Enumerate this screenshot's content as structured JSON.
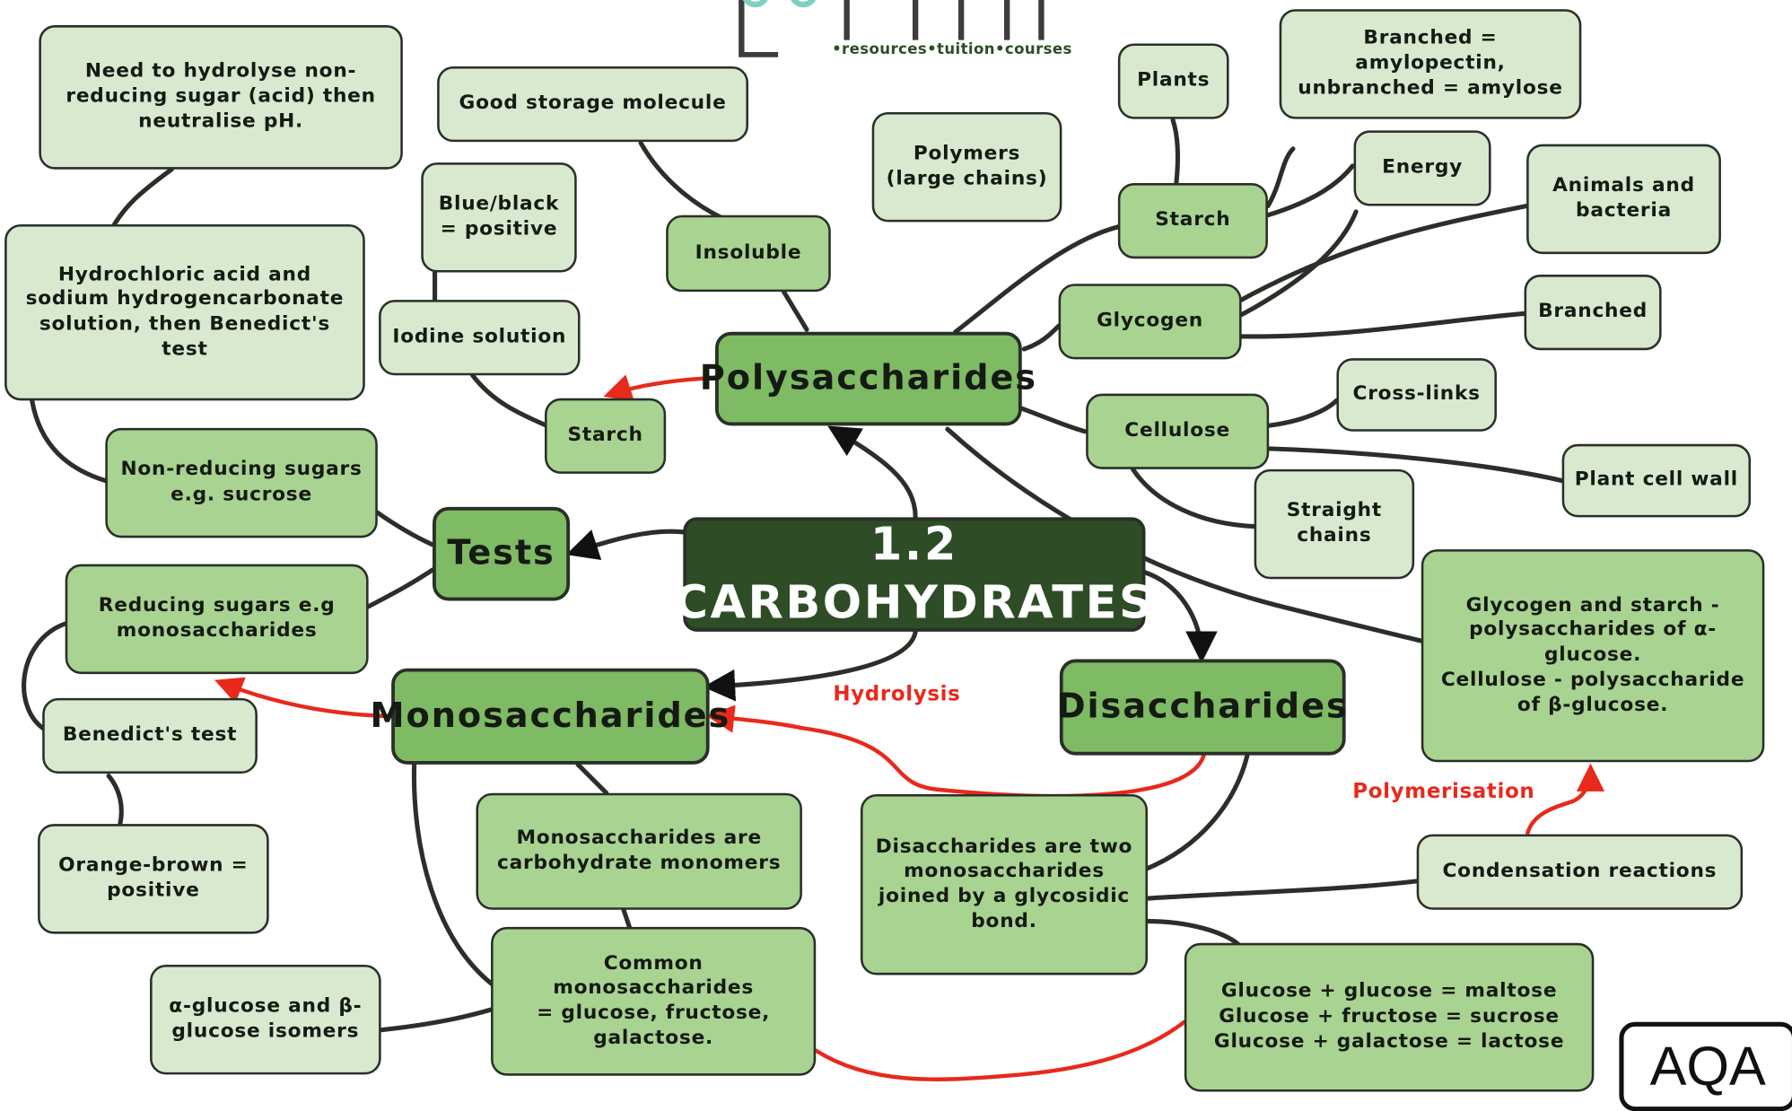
{
  "logo": {
    "mark": "PMT",
    "subtitle": "•resources•tuition•courses"
  },
  "badge": "AQA",
  "title": "1.2 CARBOHYDRATES",
  "branches": {
    "polysaccharides": "Polysaccharides",
    "tests": "Tests",
    "monosaccharides": "Monosaccharides",
    "disaccharides": "Disaccharides"
  },
  "nodes": {
    "hydrolyse_non_reducing": "Need to hydrolyse non-\nreducing sugar (acid) then\nneutralise pH.",
    "good_storage": "Good storage molecule",
    "insoluble": "Insoluble",
    "polymers": "Polymers\n(large chains)",
    "plants": "Plants",
    "branched_amylopectin": "Branched = amylopectin,\nunbranched = amylose",
    "energy": "Energy",
    "starch_poly": "Starch",
    "animals_bacteria": "Animals and\nbacteria",
    "glycogen": "Glycogen",
    "branched": "Branched",
    "blue_black": "Blue/black\n= positive",
    "hcl": "Hydrochloric acid and\nsodium hydrogencarbonate\nsolution, then Benedict's\ntest",
    "iodine": "Iodine solution",
    "starch_test": "Starch",
    "cross_links": "Cross-links",
    "cellulose": "Cellulose",
    "plant_cell_wall": "Plant cell wall",
    "straight_chains": "Straight\nchains",
    "non_reducing": "Non-reducing sugars\ne.g. sucrose",
    "reducing": "Reducing sugars e.g\nmonosaccharides",
    "glycogen_starch_alpha": "Glycogen and starch -\npolysaccharides of α-\nglucose.\nCellulose - polysaccharide\nof β-glucose.",
    "benedicts": "Benedict's test",
    "orange_brown": "Orange-brown =\npositive",
    "mono_monomers": "Monosaccharides are\ncarbohydrate monomers",
    "di_definition": "Disaccharides are two\nmonosaccharides\njoined by a glycosidic\nbond.",
    "condensation": "Condensation reactions",
    "alpha_beta": "α-glucose and β-\nglucose isomers",
    "common_mono": "Common monosaccharides\n= glucose, fructose,\ngalactose.",
    "disaccharide_equations": "Glucose + glucose = maltose\nGlucose + fructose = sucrose\nGlucose + galactose = lactose"
  },
  "labels": {
    "hydrolysis": "Hydrolysis",
    "polymerisation": "Polymerisation"
  },
  "colors": {
    "center": "#2e4d26",
    "main": "#7fba64",
    "mid": "#a9d391",
    "pale": "#d8e9d0",
    "link": "#2a2f28",
    "red": "#e8291c"
  }
}
